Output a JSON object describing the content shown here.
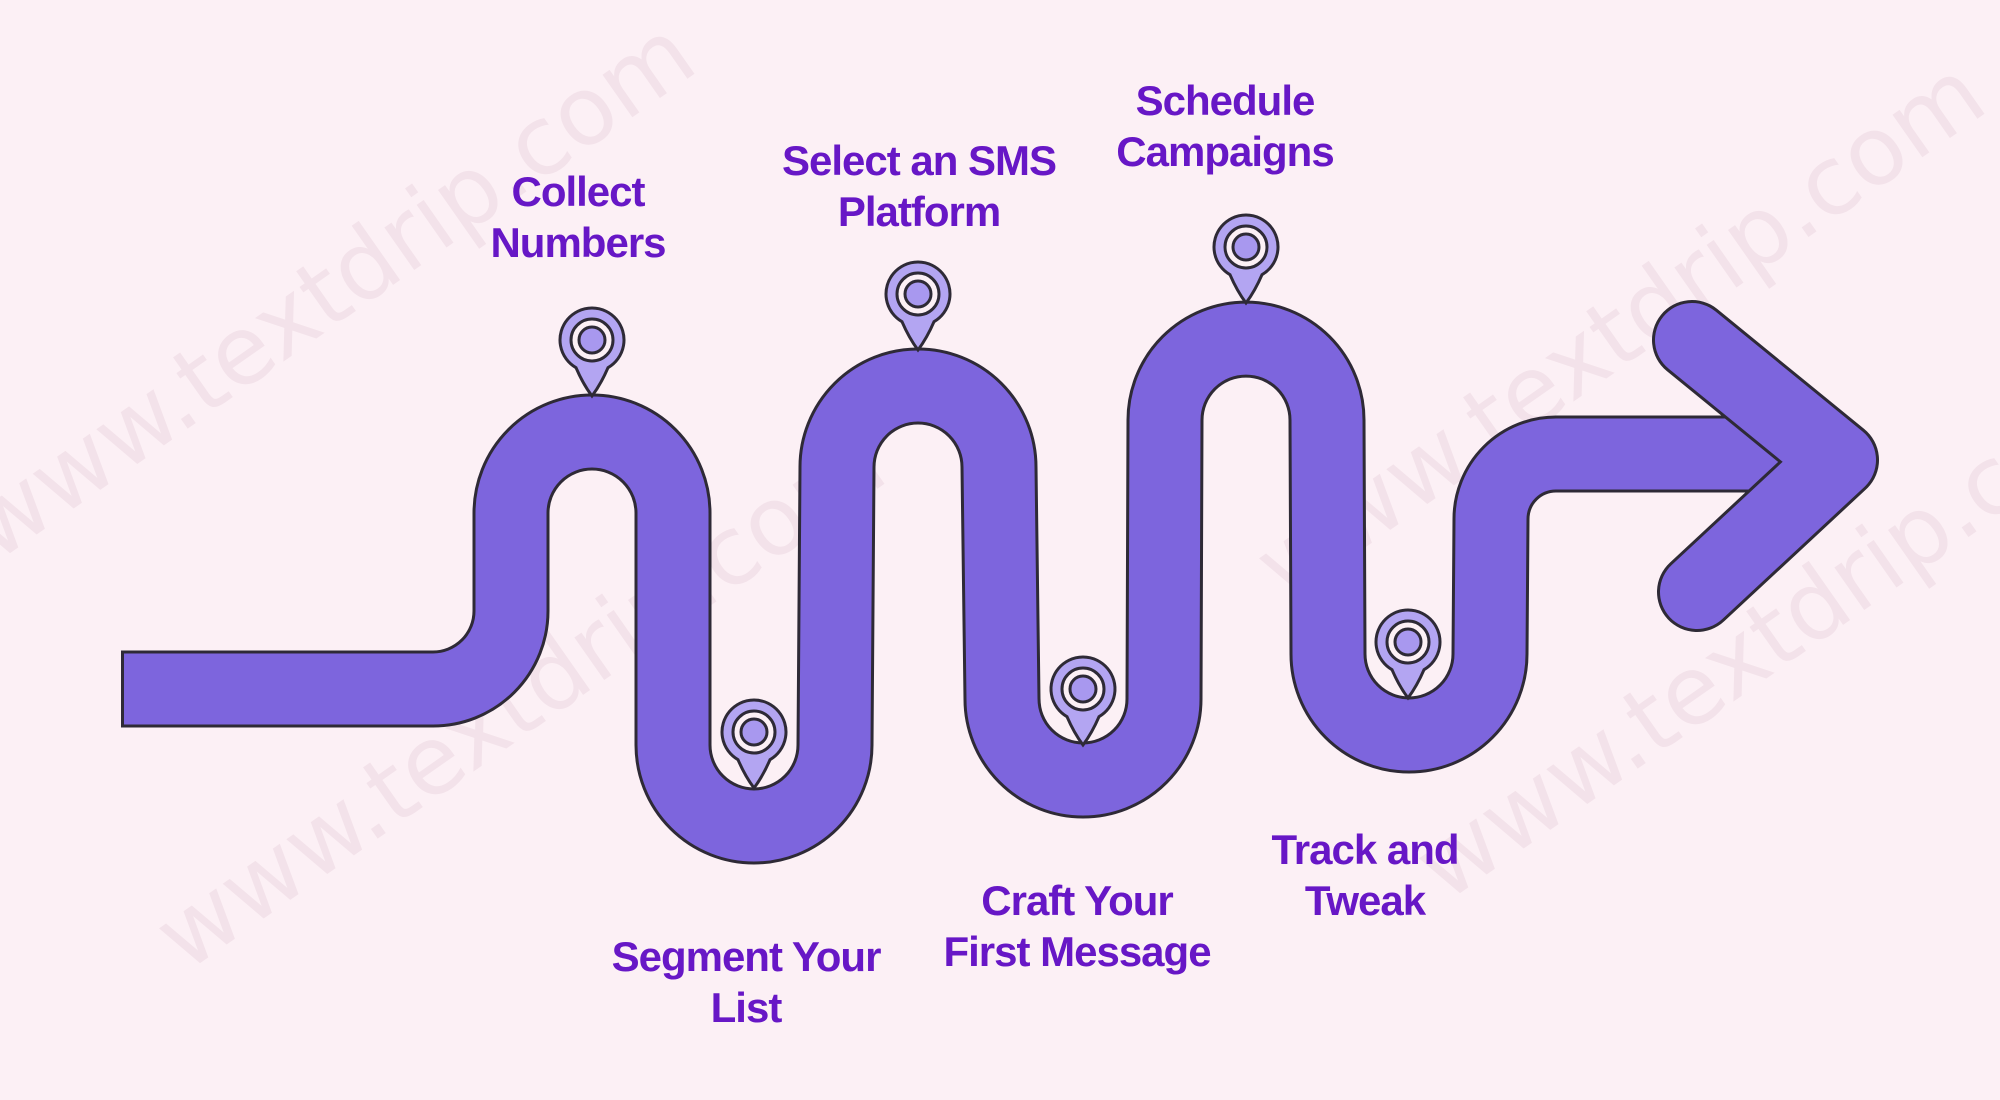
{
  "colors": {
    "background": "#fcf0f5",
    "path-purple": "#7d65dd",
    "path-outline": "#2e2a36",
    "pin-fill": "#b3a5f2",
    "pin-dot": "#a898ef",
    "pin-ring": "#fcf0f5",
    "label-purple": "#6717c6",
    "watermark-color": "rgba(180,130,155,0.12)"
  },
  "watermark": {
    "text": "www.textdrip.com"
  },
  "steps": [
    {
      "id": "collect-numbers",
      "lines": [
        "Collect",
        "Numbers"
      ]
    },
    {
      "id": "select-sms-platform",
      "lines": [
        "Select an SMS",
        "Platform"
      ]
    },
    {
      "id": "schedule-campaigns",
      "lines": [
        "Schedule",
        "Campaigns"
      ]
    },
    {
      "id": "segment-your-list",
      "lines": [
        "Segment Your",
        "List"
      ]
    },
    {
      "id": "craft-first-message",
      "lines": [
        "Craft Your",
        "First Message"
      ]
    },
    {
      "id": "track-and-tweak",
      "lines": [
        "Track and",
        "Tweak"
      ]
    }
  ]
}
